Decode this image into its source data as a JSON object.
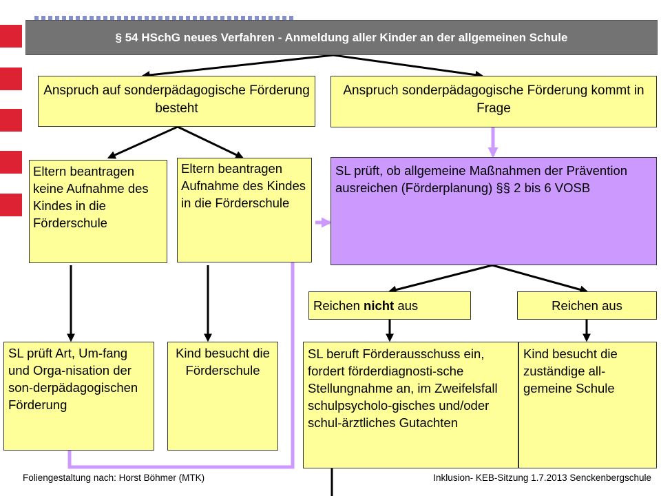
{
  "header": {
    "title": "§ 54 HSchG neues Verfahren - Anmeldung aller Kinder an der allgemeinen Schule"
  },
  "boxes": {
    "anspruch_besteht": "Anspruch auf sonderpädagogische Förderung besteht",
    "anspruch_frage": "Anspruch sonderpädagogische Förderung kommt in Frage",
    "eltern_keine": "Eltern beantragen keine Aufnahme des Kindes in die Förderschule",
    "eltern_aufnahme": "Eltern beantragen Aufnahme des Kindes in die Förderschule",
    "sl_prueft_praevention": "SL prüft, ob allgemeine Maßnahmen der Prävention ausreichen (Förderplanung) §§ 2 bis 6 VOSB",
    "reichen_nicht_pre": "Reichen ",
    "reichen_nicht_bold": "nicht",
    "reichen_nicht_post": " aus",
    "reichen_aus": "Reichen aus",
    "sl_prueft_art": "SL prüft Art, Um-fang und Orga-nisation der son-derpädagogischen Förderung",
    "kind_foerderschule": "Kind besucht die Förderschule",
    "sl_beruft": "SL beruft Förderausschuss ein, fordert förderdiagnosti-sche Stellungnahme an, im Zweifelsfall schulpsycholo-gisches und/oder schul-ärztliches Gutachten",
    "kind_allgemeine": "Kind besucht die zuständige all-gemeine Schule"
  },
  "footer": {
    "left": "Foliengestaltung nach: Horst Böhmer (MTK)",
    "right": "Inklusion- KEB-Sitzung 1.7.2013 Senckenbergschule"
  },
  "colors": {
    "box_yellow": "#ffff99",
    "box_purple": "#cc99ff",
    "header_gray": "#737373",
    "accent_red": "#dd2233",
    "arrow_purple": "#cc99ff",
    "arrow_black": "#000000"
  }
}
